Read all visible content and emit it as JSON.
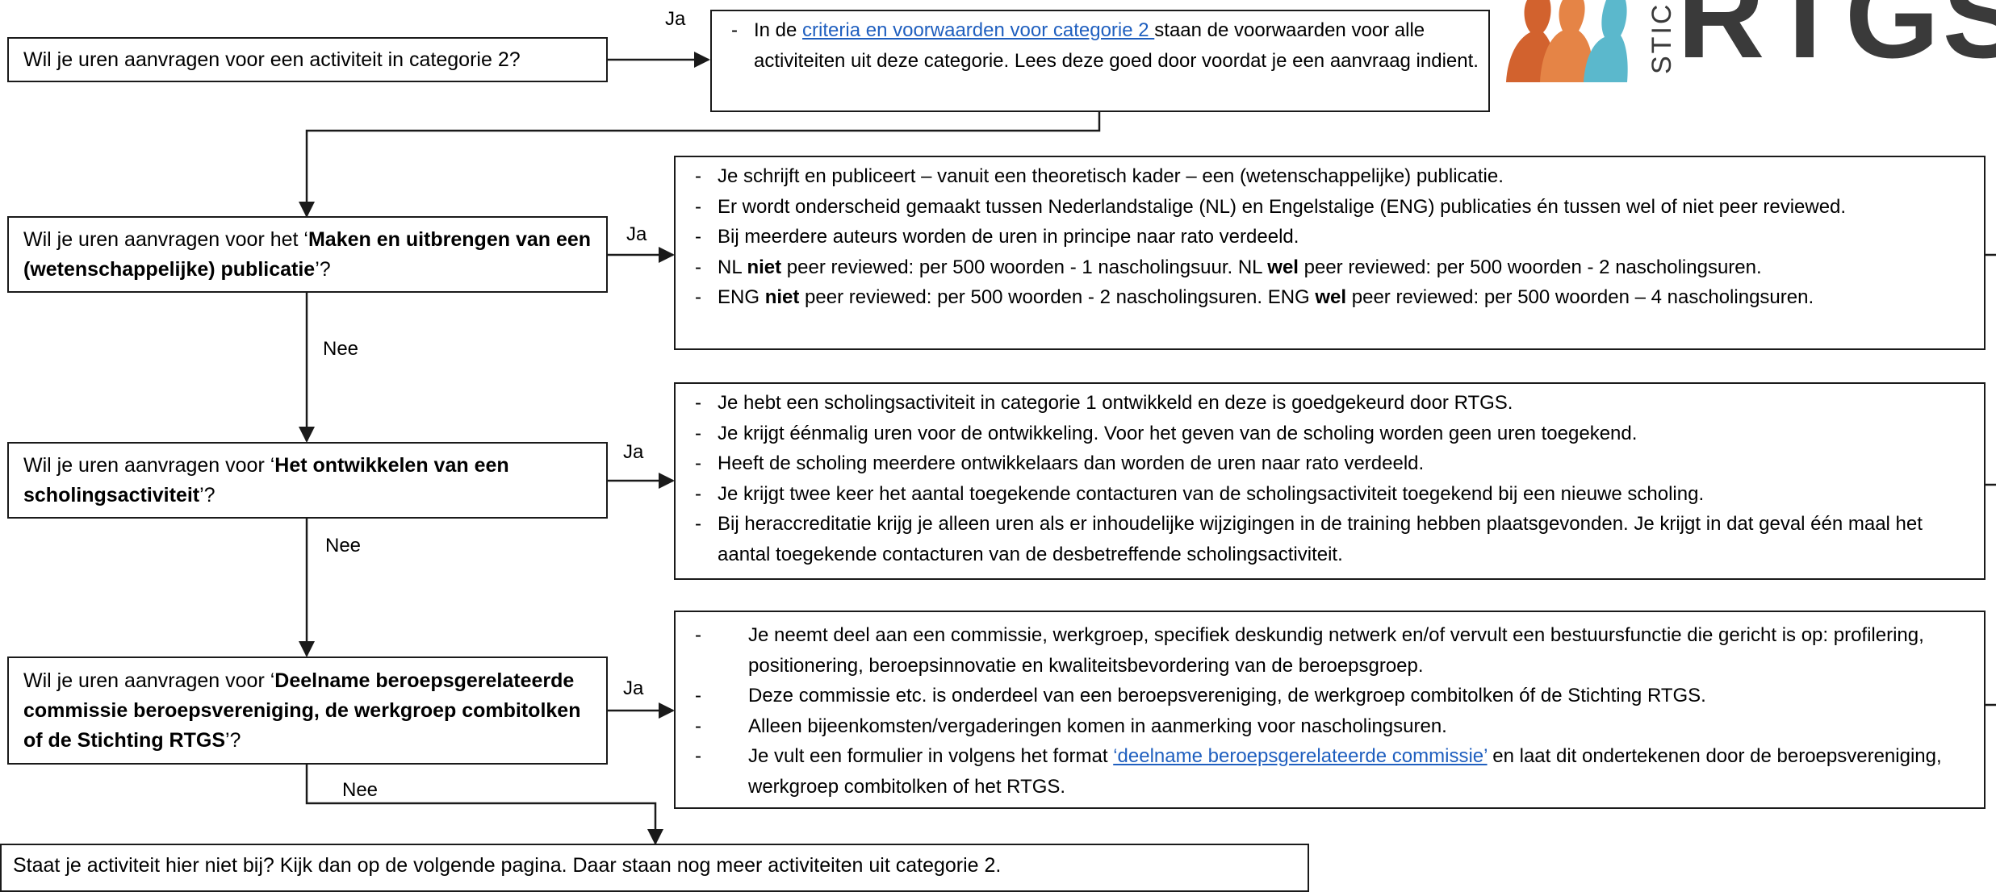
{
  "logo": {
    "wordmark": "RTGS",
    "vertical": "STICHTI",
    "colors": {
      "orange_dark": "#d2622e",
      "orange": "#e58446",
      "teal": "#5bb8cc",
      "text": "#3a3a3a"
    }
  },
  "colors": {
    "link": "#1f5fbf",
    "border": "#1a1a1a"
  },
  "q1": {
    "text": "Wil je uren aanvragen voor een activiteit in categorie 2?"
  },
  "info1": {
    "pre": "In de ",
    "link": "criteria en voorwaarden voor categorie 2 ",
    "post": "staan de voorwaarden voor alle activiteiten uit deze categorie. Lees deze goed door voordat je een aanvraag indient."
  },
  "q2": {
    "pre": "Wil je uren aanvragen voor het ‘",
    "bold": "Maken en uitbrengen van een (wetenschappelijke) publicatie",
    "post": "’?"
  },
  "info2": {
    "i1": "Je schrijft en publiceert – vanuit een theoretisch kader – een (wetenschappelijke) publicatie.",
    "i2": "Er wordt onderscheid gemaakt tussen Nederlandstalige (NL) en Engelstalige (ENG) publicaties én tussen wel of niet peer reviewed.",
    "i3": "Bij meerdere auteurs worden de uren in principe naar rato verdeeld.",
    "i4": {
      "a": "NL ",
      "b": "niet",
      "c": " peer reviewed: per 500 woorden - 1 nascholingsuur. NL ",
      "d": "wel",
      "e": " peer reviewed: per 500 woorden - 2 nascholingsuren."
    },
    "i5": {
      "a": "ENG ",
      "b": "niet",
      "c": " peer reviewed: per 500 woorden - 2 nascholingsuren. ENG ",
      "d": "wel",
      "e": " peer reviewed: per 500 woorden – 4 nascholingsuren."
    }
  },
  "q3": {
    "pre": "Wil je uren aanvragen voor ‘",
    "bold": "Het ontwikkelen van een scholingsactiviteit",
    "post": "’?"
  },
  "info3": {
    "i1": "Je hebt een scholingsactiviteit in categorie 1 ontwikkeld en deze is goedgekeurd door RTGS.",
    "i2": "Je krijgt éénmalig uren voor de ontwikkeling. Voor het geven van de scholing worden geen uren toegekend.",
    "i3": "Heeft de scholing meerdere ontwikkelaars dan worden de uren naar rato verdeeld.",
    "i4": "Je krijgt twee keer het aantal toegekende contacturen van de scholingsactiviteit toegekend bij een nieuwe scholing.",
    "i5": "Bij heraccreditatie krijg je alleen uren als er inhoudelijke wijzigingen in de training hebben plaatsgevonden. Je krijgt in dat geval één maal het aantal toegekende contacturen van de desbetreffende scholingsactiviteit."
  },
  "q4": {
    "pre": "Wil je uren aanvragen voor ‘",
    "bold": "Deelname beroepsgerelateerde commissie beroepsvereniging, de werkgroep combitolken of de Stichting RTGS",
    "post": "’?"
  },
  "info4": {
    "i1": "Je neemt deel aan een commissie, werkgroep, specifiek deskundig netwerk en/of vervult een bestuursfunctie die gericht is op: profilering, positionering, beroepsinnovatie en kwaliteitsbevordering van de beroepsgroep.",
    "i2": "Deze commissie etc. is onderdeel van een beroepsvereniging, de werkgroep combitolken óf de Stichting RTGS.",
    "i3": "Alleen bijeenkomsten/vergaderingen komen in aanmerking voor nascholingsuren.",
    "i4": {
      "pre": "Je vult een formulier in volgens het format ",
      "link": "‘deelname beroepsgerelateerde commissie’",
      "post": " en laat dit ondertekenen door de beroepsvereniging, werkgroep combitolken of het RTGS."
    }
  },
  "final": {
    "text": "Staat je activiteit hier niet bij? Kijk dan op de volgende pagina. Daar staan nog meer activiteiten uit categorie 2."
  },
  "labels": {
    "ja1": "Ja",
    "ja2": "Ja",
    "ja3": "Ja",
    "ja4": "Ja",
    "nee1": "Nee",
    "nee2": "Nee",
    "nee3": "Nee"
  }
}
